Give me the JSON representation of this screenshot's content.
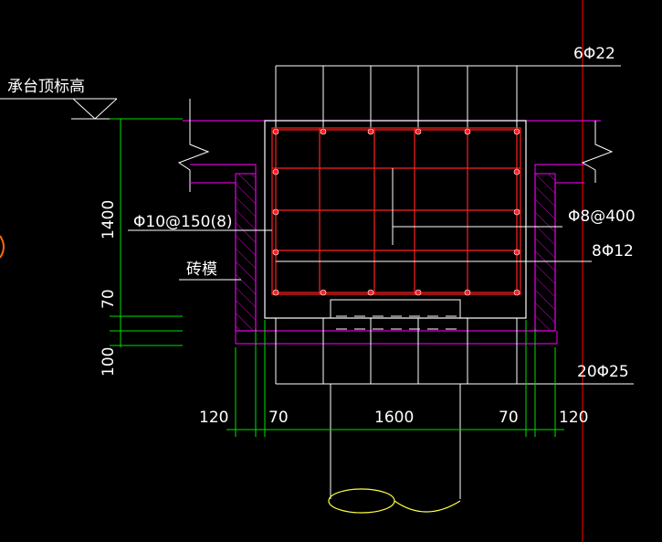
{
  "colors": {
    "background": "#000000",
    "rebar": "#ff2020",
    "outline": "#ffffff",
    "brick": "#d000d0",
    "dimension": "#00e000",
    "pile": "#ffff40",
    "axis": "#e00000"
  },
  "labels": {
    "elevation": "承台顶标高",
    "top_bars": "6Φ22",
    "stirrup": "Φ10@150(8)",
    "side_bars_spacing": "Φ8@400",
    "side_bars": "8Φ12",
    "brick_mold": "砖模",
    "bottom_bars": "20Φ25"
  },
  "dimensions": {
    "vertical": [
      "1400",
      "70",
      "100"
    ],
    "horizontal": [
      "120",
      "70",
      "1600",
      "70",
      "120"
    ]
  }
}
